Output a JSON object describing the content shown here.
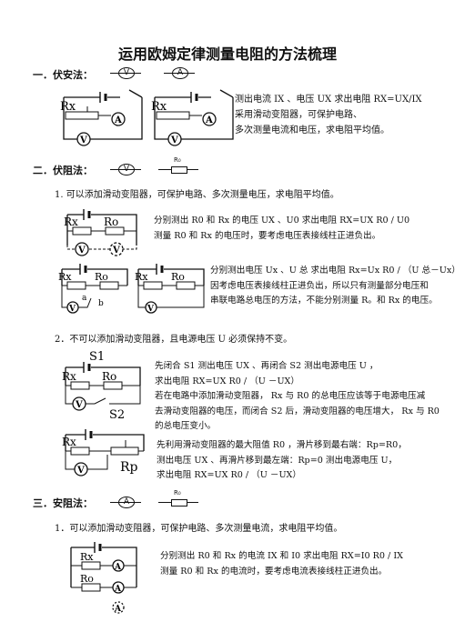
{
  "title": "运用欧姆定律测量电阻的方法梳理",
  "sections": {
    "s1": {
      "label": "一．伏安法：",
      "sym1": "V",
      "sym2": "A"
    },
    "s2": {
      "label": "二．伏阻法：",
      "sym1": "V",
      "sym2": "R₀"
    },
    "s3": {
      "label": "三．安阻法：",
      "sym1": "A",
      "sym2": "R₀"
    }
  },
  "p1": [
    "测出电流 IX 、电压 UX  求出电阻 RX=UX/IX",
    "采用滑动变阻器，可保护电路、",
    "多次测量电流和电压，求电阻平均值。"
  ],
  "s2_item1": "1.   可以添加滑动变阻器，可保护电路、多次测量电压，求电阻平均值。",
  "p2": [
    "分别测出 R0 和 Rx 的电压 UX 、U0  求出电阻 RX=UX R0 / U0",
    "测量 R0 和 Rx 的电压时，要考虑电压表接线柱正进负出。"
  ],
  "p3": [
    "分别测出电压 Ux 、U 总  求出电阻 Rx=Ux R0 / （U 总－Ux）",
    "因考虑电压表接线柱正进负出，所以只有测量部分电压和",
    "串联电路总电压的方法，不能分别测量 R。和 Rx 的电压。"
  ],
  "s2_item2": "2．不可以添加滑动变阻器，且电源电压 U 必须保持不变。",
  "p4": [
    "先闭合 S1 测出电压 UX 、再闭合 S2 测出电源电压 U ，",
    "求出电阻 RX=UX R0 /  （U －UX）",
    "若在电路中添加滑动变阻器，  Rx  与  R0 的总电压应该等于电源电压减",
    "去滑动变阻器的电压，而闭合  S2 后，滑动变阻器的电压增大，  Rx  与  R0",
    "的总电压变小。"
  ],
  "p5": [
    "先利用滑动变阻器的最大阻值 R0 ，滑片移到最右端：Rp=R0，",
    "测出电压 UX 、再滑片移到最左端：Rp=0 测出电源电压 U，",
    "求出电阻 RX=UX R0 /  （U －UX）"
  ],
  "s3_item1": "1．可以添加滑动变阻器，可保护电路、多次测量电流，求电阻平均值。",
  "p6": [
    "分别测出 R0 和 Rx 的电流 IX  和 I0   求出电阻 RX=I0 R0 / IX",
    "测量 R0 和 Rx 的电流时，要考虑电流表接线柱正进负出。"
  ],
  "circuit_labels": {
    "rx": "Rx",
    "ro": "Ro",
    "rp": "Rp",
    "s1": "S1",
    "s2": "S2",
    "v": "V",
    "a": "A",
    "pa": "a",
    "pb": "b"
  }
}
